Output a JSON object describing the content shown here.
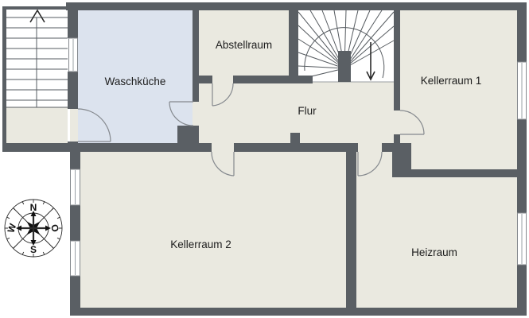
{
  "floorplan": {
    "rooms": [
      {
        "id": "waschkueche",
        "label": "Waschküche"
      },
      {
        "id": "abstellraum",
        "label": "Abstellraum"
      },
      {
        "id": "flur",
        "label": "Flur"
      },
      {
        "id": "kellerraum1",
        "label": "Kellerraum 1"
      },
      {
        "id": "kellerraum2",
        "label": "Kellerraum 2"
      },
      {
        "id": "heizraum",
        "label": "Heizraum"
      }
    ],
    "compass": {
      "north": "N",
      "east": "O",
      "south": "S",
      "west": "W"
    },
    "stairs": [
      {
        "id": "exterior-stair",
        "direction_arrow": "up"
      },
      {
        "id": "interior-stair",
        "direction_arrow": "down"
      }
    ],
    "doors": [
      "entry-to-waschkueche",
      "waschkueche-to-flur",
      "flur-to-abstellraum",
      "flur-to-kellerraum2",
      "flur-to-heizraum",
      "flur-to-kellerraum1"
    ],
    "windows": [
      "stairwell-window",
      "kellerraum2-window-upper",
      "kellerraum2-window-lower",
      "kellerraum1-window",
      "heizraum-window"
    ],
    "colors": {
      "wall": "#5a5f64",
      "floor": "#eae9e0",
      "waschkueche_floor": "#dce3ee",
      "outline": "#85898e",
      "background": "#ffffff",
      "text": "#1d1d1d"
    }
  }
}
